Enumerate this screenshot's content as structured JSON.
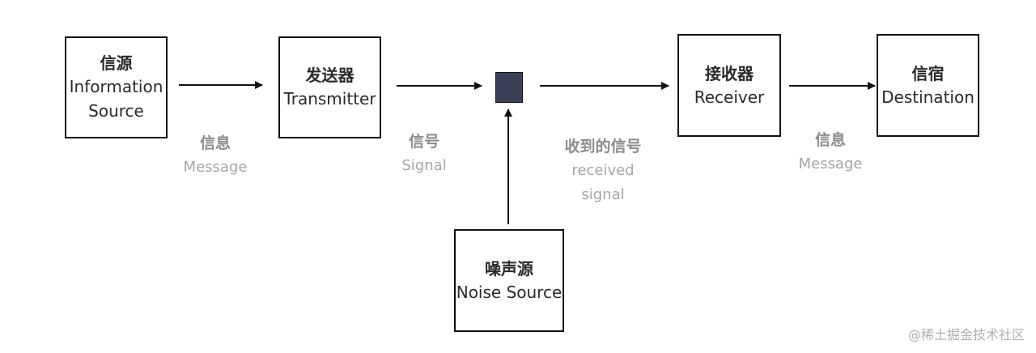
{
  "boxes": {
    "source": {
      "zh": "信源",
      "en_line1": "Information",
      "en_line2": "Source"
    },
    "transmitter": {
      "zh": "发送器",
      "en": "Transmitter"
    },
    "receiver": {
      "zh": "接收器",
      "en": "Receiver"
    },
    "destination": {
      "zh": "信宿",
      "en": "Destination"
    },
    "noise": {
      "zh": "噪声源",
      "en": "Noise Source"
    }
  },
  "edge_labels": {
    "message_1": {
      "zh": "信息",
      "en": "Message"
    },
    "signal": {
      "zh": "信号",
      "en": "Signal"
    },
    "received_signal": {
      "zh": "收到的信号",
      "en_line1": "received",
      "en_line2": "signal"
    },
    "message_2": {
      "zh": "信息",
      "en": "Message"
    }
  },
  "watermark": "@稀土掘金技术社区",
  "colors": {
    "box_border": "#111111",
    "noise_node_fill": "#3b3f57",
    "label_zh": "#8c8c8c",
    "label_en": "#a6a6a6",
    "arrow": "#111111"
  }
}
